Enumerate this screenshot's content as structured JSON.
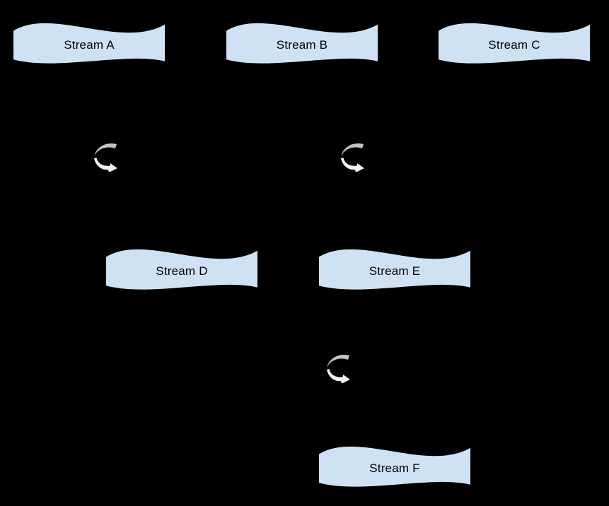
{
  "diagram": {
    "nodes": [
      {
        "id": "stream-a",
        "label": "Stream A",
        "shape": "tape"
      },
      {
        "id": "stream-b",
        "label": "Stream B",
        "shape": "tape"
      },
      {
        "id": "stream-c",
        "label": "Stream C",
        "shape": "tape"
      },
      {
        "id": "stream-d",
        "label": "Stream D",
        "shape": "tape"
      },
      {
        "id": "stream-e",
        "label": "Stream E",
        "shape": "tape"
      },
      {
        "id": "stream-f",
        "label": "Stream F",
        "shape": "tape"
      }
    ],
    "icons": [
      {
        "id": "loop-1",
        "icon": "loop-arrow-icon"
      },
      {
        "id": "loop-2",
        "icon": "loop-arrow-icon"
      },
      {
        "id": "loop-3",
        "icon": "loop-arrow-icon"
      }
    ],
    "colors": {
      "background": "#000000",
      "node_fill": "#cfe2f3",
      "node_stroke": "#000000",
      "loop_arrow_top": "#b0b0b0",
      "loop_arrow_top_light": "#cccccc",
      "loop_arrow_bottom": "#f3f3f3"
    }
  }
}
